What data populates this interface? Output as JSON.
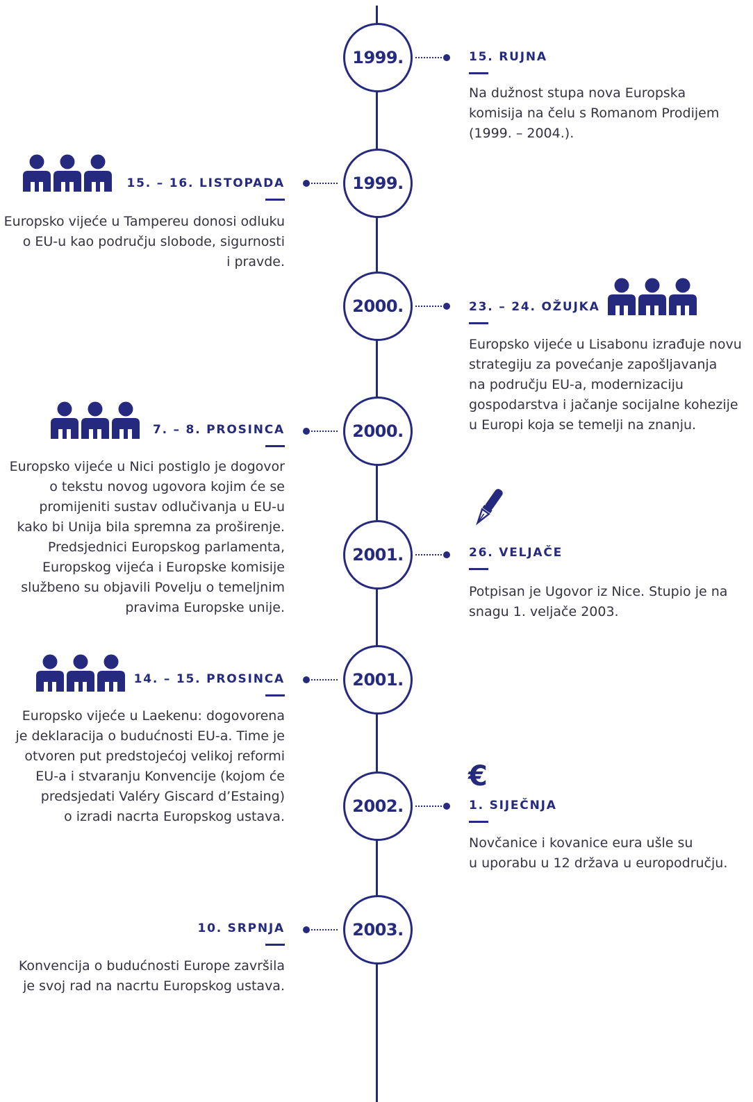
{
  "colors": {
    "accent": "#252a7e",
    "text": "#333340"
  },
  "events": [
    {
      "year": "1999.",
      "side": "right",
      "date": "15. RUJNA",
      "icon": "",
      "lines": [
        "Na dužnost stupa nova Europska",
        "komisija na čelu s Romanom Prodijem",
        "(1999. – 2004.)."
      ]
    },
    {
      "year": "1999.",
      "side": "left",
      "date": "15. – 16. LISTOPADA",
      "icon": "people-icon",
      "lines": [
        "Europsko vijeće u Tampereu donosi odluku",
        "o EU-u kao području slobode, sigurnosti",
        "i pravde."
      ]
    },
    {
      "year": "2000.",
      "side": "right",
      "date": "23. – 24. OŽUJKA",
      "icon": "people-icon",
      "lines": [
        "Europsko vijeće u Lisabonu izrađuje novu",
        "strategiju za povećanje zapošljavanja",
        "na području EU-a, modernizaciju",
        "gospodarstva i jačanje socijalne kohezije",
        "u Europi koja se temelji na znanju."
      ]
    },
    {
      "year": "2000.",
      "side": "left",
      "date": "7. – 8. PROSINCA",
      "icon": "people-icon",
      "lines": [
        "Europsko vijeće u Nici postiglo je dogovor",
        "o tekstu novog ugovora kojim će se",
        "promijeniti sustav odlučivanja u EU-u",
        "kako bi Unija bila spremna za proširenje.",
        "Predsjednici Europskog parlamenta,",
        "Europskog vijeća i Europske komisije",
        "službeno su objavili Povelju o temeljnim",
        "pravima Europske unije."
      ]
    },
    {
      "year": "2001.",
      "side": "right",
      "date": "26. VELJAČE",
      "icon": "fountain-pen-icon",
      "lines": [
        "Potpisan je Ugovor iz Nice. Stupio je na",
        "snagu 1. veljače 2003."
      ]
    },
    {
      "year": "2001.",
      "side": "left",
      "date": "14. – 15. PROSINCA",
      "icon": "people-icon",
      "lines": [
        "Europsko vijeće u Laekenu: dogovorena",
        "je deklaracija o budućnosti EU-a. Time je",
        "otvoren put predstojećoj velikoj reformi",
        "EU-a i stvaranju Konvencije (kojom će",
        "predsjedati Valéry Giscard d’Estaing)",
        "o izradi nacrta Europskog ustava."
      ]
    },
    {
      "year": "2002.",
      "side": "right",
      "date": "1. SIJEČNJA",
      "icon": "euro-icon",
      "lines": [
        "Novčanice i kovanice eura ušle su",
        "u uporabu u 12 država u europodručju."
      ]
    },
    {
      "year": "2003.",
      "side": "left",
      "date": "10. SRPNJA",
      "icon": "",
      "lines": [
        "Konvencija o budućnosti Europe završila",
        "je svoj rad na nacrtu Europskog ustava."
      ]
    }
  ]
}
